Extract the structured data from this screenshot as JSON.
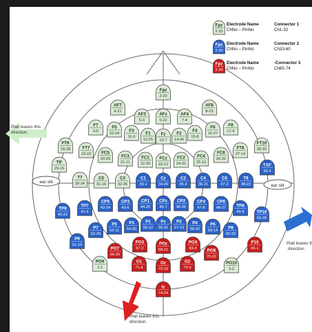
{
  "legend": [
    {
      "name": "Electrode Name",
      "sub": "ChNo – PinNo",
      "connector": "Connector 1",
      "range": "Ch1-32",
      "sample_top": "Fpz",
      "sample_bot": "2-20",
      "color": "#dbe9d6",
      "text": "#1b3b1b"
    },
    {
      "name": "Electrode Name",
      "sub": "ChNo – PinNo",
      "connector": "Connector 2",
      "range": "Ch33-60",
      "sample_top": "Fpz",
      "sample_bot": "2-20",
      "color": "#2b63c9",
      "text": "#ffffff"
    },
    {
      "name": "Electrode Name",
      "sub": "ChNo – PinNo",
      "connector": "-Connector 3",
      "range": "Ch65-74",
      "sample_top": "Fpz",
      "sample_bot": "2-20",
      "color": "#c81e1e",
      "text": "#ffffff"
    }
  ],
  "colors": {
    "c1": "#dbe9d6",
    "c2": "#2b63c9",
    "c3": "#c81e1e",
    "c1text": "#1b3b1b",
    "c2text": "#ffffff",
    "c3text": "#ffffff",
    "arrow_green": "#cfeec8",
    "arrow_blue": "#2b6fd0",
    "arrow_red": "#e01f1f"
  },
  "ear_left": "ear slit",
  "ear_right": "ear slit",
  "notes": {
    "left": [
      "Plait leaves this",
      "direction."
    ],
    "right": [
      "Plait leaves this",
      "direction."
    ],
    "bottom": [
      "Plait leaves this",
      "direction."
    ]
  },
  "electrodes": [
    {
      "n": "Fpz",
      "c": "2-20",
      "g": 1
    },
    {
      "n": "AF7",
      "c": "4-21",
      "g": 1
    },
    {
      "n": "AF3",
      "c": "5-3",
      "g": 1
    },
    {
      "n": "AFz",
      "c": "5-22",
      "g": 1
    },
    {
      "n": "AF4",
      "c": "7-4",
      "g": 1
    },
    {
      "n": "AF8",
      "c": "8-23",
      "g": 1
    },
    {
      "n": "F7",
      "c": "9-5",
      "g": 1
    },
    {
      "n": "F5",
      "c": "10-24",
      "g": 1
    },
    {
      "n": "F3",
      "c": "11-6",
      "g": 1
    },
    {
      "n": "F1",
      "c": "12-25",
      "g": 1
    },
    {
      "n": "Fz",
      "c": "13-7",
      "g": 1
    },
    {
      "n": "F2",
      "c": "14-26",
      "g": 1
    },
    {
      "n": "F4",
      "c": "15-8",
      "g": 1
    },
    {
      "n": "F6",
      "c": "16-27",
      "g": 1
    },
    {
      "n": "F8",
      "c": "17-9",
      "g": 1
    },
    {
      "n": "FT9",
      "c": "18-28",
      "g": 1
    },
    {
      "n": "FT7",
      "c": "19-10",
      "g": 1
    },
    {
      "n": "FC5",
      "c": "20-29",
      "g": 1
    },
    {
      "n": "FC3",
      "c": "21-11",
      "g": 1
    },
    {
      "n": "FC1",
      "c": "22-30",
      "g": 1
    },
    {
      "n": "FCz",
      "c": "23-12",
      "g": 1
    },
    {
      "n": "FC2",
      "c": "24-31",
      "g": 1
    },
    {
      "n": "FC4",
      "c": "25-13",
      "g": 1
    },
    {
      "n": "FC6",
      "c": "26-32",
      "g": 1
    },
    {
      "n": "FT8",
      "c": "27-14",
      "g": 1
    },
    {
      "n": "FT10",
      "c": "28-33",
      "g": 1
    },
    {
      "n": "T9'",
      "c": "29-15",
      "g": 1
    },
    {
      "n": "T10'",
      "c": "39-4",
      "g": 2
    },
    {
      "n": "T7",
      "c": "30-34",
      "g": 1
    },
    {
      "n": "C5",
      "c": "31-16",
      "g": 1
    },
    {
      "n": "C3",
      "c": "32-35",
      "g": 1
    },
    {
      "n": "C1",
      "c": "33-1",
      "g": 2
    },
    {
      "n": "Cz",
      "c": "34-20",
      "g": 2
    },
    {
      "n": "C2",
      "c": "35-2",
      "g": 2
    },
    {
      "n": "C4",
      "c": "36-21",
      "g": 2
    },
    {
      "n": "C6",
      "c": "37-3",
      "g": 2
    },
    {
      "n": "T8",
      "c": "38-22",
      "g": 2
    },
    {
      "n": "TP9",
      "c": "40-23",
      "g": 2
    },
    {
      "n": "TP7",
      "c": "41-5",
      "g": 2
    },
    {
      "n": "CP5",
      "c": "42-24",
      "g": 2
    },
    {
      "n": "CP3",
      "c": "43-6",
      "g": 2
    },
    {
      "n": "CP1",
      "c": "44-25",
      "g": 2
    },
    {
      "n": "CPz",
      "c": "45-7",
      "g": 2
    },
    {
      "n": "CP2",
      "c": "46-26",
      "g": 2
    },
    {
      "n": "CP4",
      "c": "47-8",
      "g": 2
    },
    {
      "n": "CP6",
      "c": "48-27",
      "g": 2
    },
    {
      "n": "TP8",
      "c": "49-9",
      "g": 2
    },
    {
      "n": "TP10",
      "c": "50-28",
      "g": 2
    },
    {
      "n": "P7",
      "c": "52-29",
      "g": 2
    },
    {
      "n": "P5",
      "c": "53-11",
      "g": 2
    },
    {
      "n": "P3",
      "c": "54-30",
      "g": 2
    },
    {
      "n": "P1",
      "c": "55-12",
      "g": 2
    },
    {
      "n": "Pz",
      "c": "56-31",
      "g": 2
    },
    {
      "n": "P2",
      "c": "57-13",
      "g": 2
    },
    {
      "n": "P4",
      "c": "58-32",
      "g": 2
    },
    {
      "n": "P6",
      "c": "59-14",
      "g": 2
    },
    {
      "n": "P8",
      "c": "60-33",
      "g": 2
    },
    {
      "n": "P9",
      "c": "51-10",
      "g": 2
    },
    {
      "n": "P10",
      "c": "65-1",
      "g": 3
    },
    {
      "n": "PO7",
      "c": "66-20",
      "g": 3
    },
    {
      "n": "PO3",
      "c": "67-2",
      "g": 3
    },
    {
      "n": "POz",
      "c": "68-21",
      "g": 3
    },
    {
      "n": "PO4",
      "c": "69-3",
      "g": 3
    },
    {
      "n": "PO8",
      "c": "70-22",
      "g": 3
    },
    {
      "n": "O1",
      "c": "71-4",
      "g": 3
    },
    {
      "n": "Oz",
      "c": "72-23",
      "g": 3
    },
    {
      "n": "O2",
      "c": "73-5",
      "g": 3
    },
    {
      "n": "Iz",
      "c": "74-24",
      "g": 3
    },
    {
      "n": "PO9",
      "c": "1-1",
      "g": 1
    },
    {
      "n": "PO10",
      "c": "3-2",
      "g": 1
    }
  ]
}
